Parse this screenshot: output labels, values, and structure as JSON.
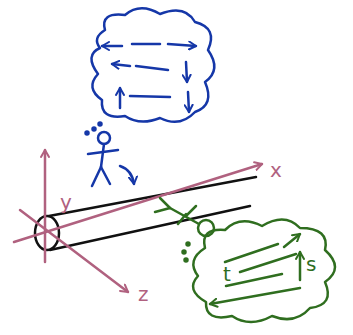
{
  "diagram": {
    "labels": [
      "y",
      "x",
      "z",
      "s",
      "t"
    ]
  }
}
